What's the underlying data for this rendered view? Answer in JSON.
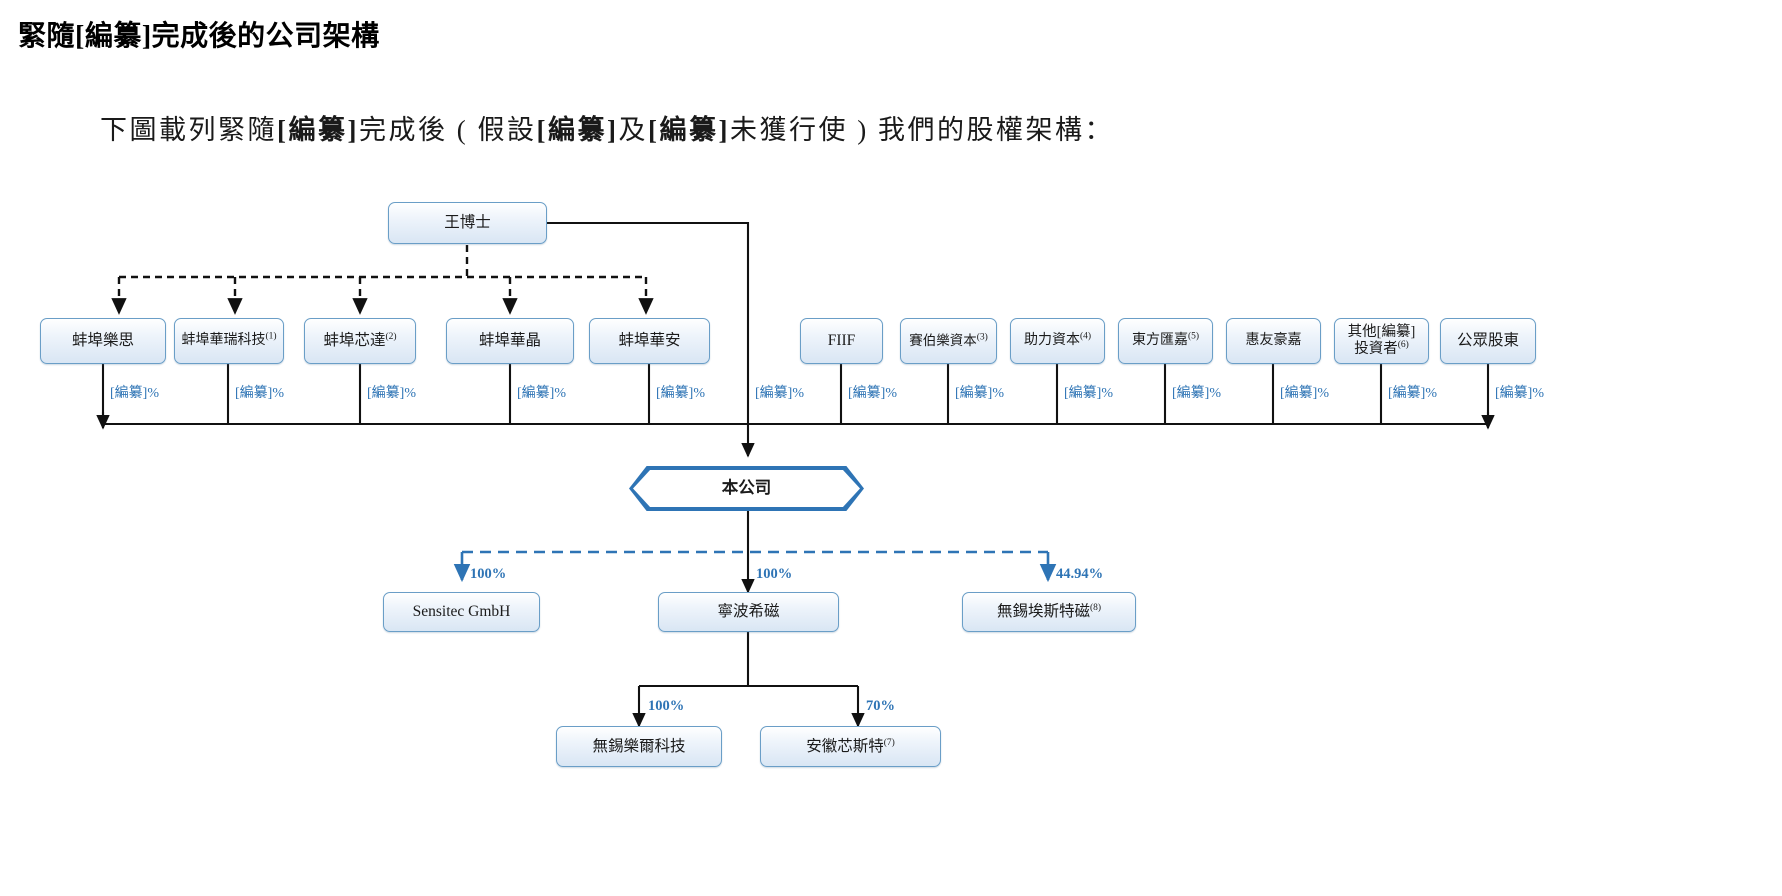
{
  "page": {
    "title_parts": [
      "緊隨",
      "[編纂]",
      "完成後的公司架構"
    ],
    "title": "緊隨[編纂]完成後的公司架構",
    "subtitle": "下圖載列緊隨[編纂]完成後 ( 假設[編纂]及[編纂]未獲行使 ) 我們的股權架構："
  },
  "chart_data": {
    "type": "diagram",
    "title": "緊隨[編纂]完成後的公司架構",
    "nodes": {
      "top": {
        "label": "王博士"
      },
      "company": {
        "label": "本公司"
      },
      "shareholders": [
        {
          "label": "蚌埠樂思",
          "note": "",
          "pct": "[編纂]%",
          "group": "controlled"
        },
        {
          "label": "蚌埠華瑞科技",
          "note": "(1)",
          "pct": "[編纂]%",
          "group": "controlled"
        },
        {
          "label": "蚌埠芯達",
          "note": "(2)",
          "pct": "[編纂]%",
          "group": "controlled"
        },
        {
          "label": "蚌埠華晶",
          "note": "",
          "pct": "[編纂]%",
          "group": "controlled"
        },
        {
          "label": "蚌埠華安",
          "note": "",
          "pct": "[編纂]%",
          "group": "controlled"
        },
        {
          "label": "FIIF",
          "note": "",
          "pct": "[編纂]%",
          "group": "investor"
        },
        {
          "label": "賽伯樂資本",
          "note": "(3)",
          "pct": "[編纂]%",
          "group": "investor"
        },
        {
          "label": "助力資本",
          "note": "(4)",
          "pct": "[編纂]%",
          "group": "investor"
        },
        {
          "label": "東方匯嘉",
          "note": "(5)",
          "pct": "[編纂]%",
          "group": "investor"
        },
        {
          "label": "惠友豪嘉",
          "note": "",
          "pct": "[編纂]%",
          "group": "investor"
        },
        {
          "label": "其他[編纂]投資者",
          "note": "(6)",
          "pct": "[編纂]%",
          "group": "investor",
          "line1": "其他[編纂]",
          "line2": "投資者"
        },
        {
          "label": "公眾股東",
          "note": "",
          "pct": "[編纂]%",
          "group": "investor"
        }
      ],
      "direct_pct_from_top": "[編纂]%",
      "subsidiaries": [
        {
          "label": "Sensitec GmbH",
          "note": "",
          "pct": "100%"
        },
        {
          "label": "寧波希磁",
          "note": "",
          "pct": "100%"
        },
        {
          "label": "無錫埃斯特磁",
          "note": "(8)",
          "pct": "44.94%"
        }
      ],
      "sub_subsidiaries": [
        {
          "label": "無錫樂爾科技",
          "note": "",
          "pct": "100%"
        },
        {
          "label": "安徽芯斯特",
          "note": "(7)",
          "pct": "70%"
        }
      ]
    },
    "colors": {
      "box_border": "#6a9ec7",
      "box_fill_top": "#ffffff",
      "box_fill_bottom": "#d9e6f4",
      "percent_text": "#2e74b5",
      "company_accent": "#2e74b5",
      "edge": "#1a1a1a"
    }
  }
}
